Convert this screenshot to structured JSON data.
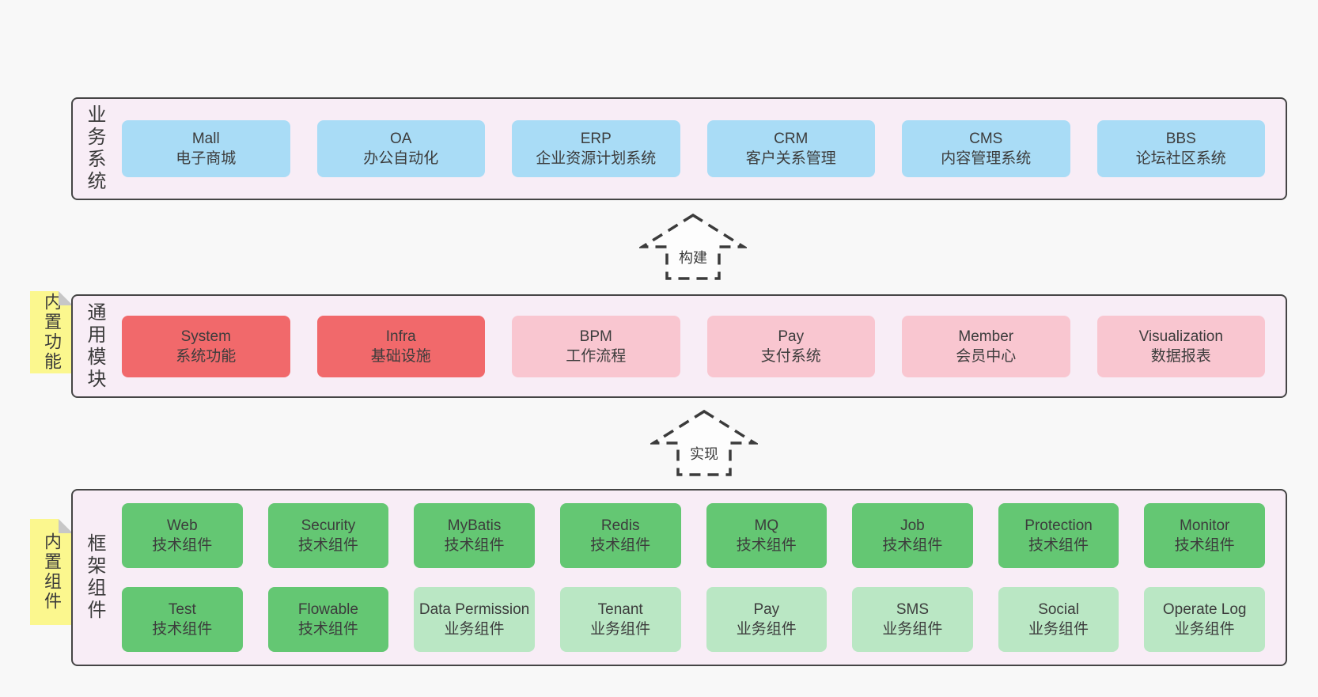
{
  "palette": {
    "page_bg": "#f8f8f8",
    "panel_bg": "#f8edf6",
    "panel_border": "#454545",
    "blue": "#a9dcf6",
    "red": "#f1696b",
    "pink": "#f9c6d0",
    "green": "#64c773",
    "light_green": "#bae7c4",
    "note_yellow": "#fbf78e",
    "text": "#3c3c3c"
  },
  "business": {
    "label": "业务系统",
    "boxes": [
      {
        "name": "Mall",
        "desc": "电子商城",
        "color": "#a9dcf6"
      },
      {
        "name": "OA",
        "desc": "办公自动化",
        "color": "#a9dcf6"
      },
      {
        "name": "ERP",
        "desc": "企业资源计划系统",
        "color": "#a9dcf6"
      },
      {
        "name": "CRM",
        "desc": "客户关系管理",
        "color": "#a9dcf6"
      },
      {
        "name": "CMS",
        "desc": "内容管理系统",
        "color": "#a9dcf6"
      },
      {
        "name": "BBS",
        "desc": "论坛社区系统",
        "color": "#a9dcf6"
      }
    ]
  },
  "arrows": [
    {
      "label": "构建"
    },
    {
      "label": "实现"
    }
  ],
  "modules": {
    "label": "通用模块",
    "note": "内置功能",
    "boxes": [
      {
        "name": "System",
        "desc": "系统功能",
        "color": "#f1696b"
      },
      {
        "name": "Infra",
        "desc": "基础设施",
        "color": "#f1696b"
      },
      {
        "name": "BPM",
        "desc": "工作流程",
        "color": "#f9c6d0"
      },
      {
        "name": "Pay",
        "desc": "支付系统",
        "color": "#f9c6d0"
      },
      {
        "name": "Member",
        "desc": "会员中心",
        "color": "#f9c6d0"
      },
      {
        "name": "Visualization",
        "desc": "数据报表",
        "color": "#f9c6d0"
      }
    ]
  },
  "components": {
    "label": "框架组件",
    "note": "内置组件",
    "row1": [
      {
        "name": "Web",
        "desc": "技术组件",
        "color": "#64c773"
      },
      {
        "name": "Security",
        "desc": "技术组件",
        "color": "#64c773"
      },
      {
        "name": "MyBatis",
        "desc": "技术组件",
        "color": "#64c773"
      },
      {
        "name": "Redis",
        "desc": "技术组件",
        "color": "#64c773"
      },
      {
        "name": "MQ",
        "desc": "技术组件",
        "color": "#64c773"
      },
      {
        "name": "Job",
        "desc": "技术组件",
        "color": "#64c773"
      },
      {
        "name": "Protection",
        "desc": "技术组件",
        "color": "#64c773"
      },
      {
        "name": "Monitor",
        "desc": "技术组件",
        "color": "#64c773"
      }
    ],
    "row2": [
      {
        "name": "Test",
        "desc": "技术组件",
        "color": "#64c773"
      },
      {
        "name": "Flowable",
        "desc": "技术组件",
        "color": "#64c773"
      },
      {
        "name": "Data Permission",
        "desc": "业务组件",
        "color": "#bae7c4"
      },
      {
        "name": "Tenant",
        "desc": "业务组件",
        "color": "#bae7c4"
      },
      {
        "name": "Pay",
        "desc": "业务组件",
        "color": "#bae7c4"
      },
      {
        "name": "SMS",
        "desc": "业务组件",
        "color": "#bae7c4"
      },
      {
        "name": "Social",
        "desc": "业务组件",
        "color": "#bae7c4"
      },
      {
        "name": "Operate Log",
        "desc": "业务组件",
        "color": "#bae7c4"
      }
    ]
  }
}
